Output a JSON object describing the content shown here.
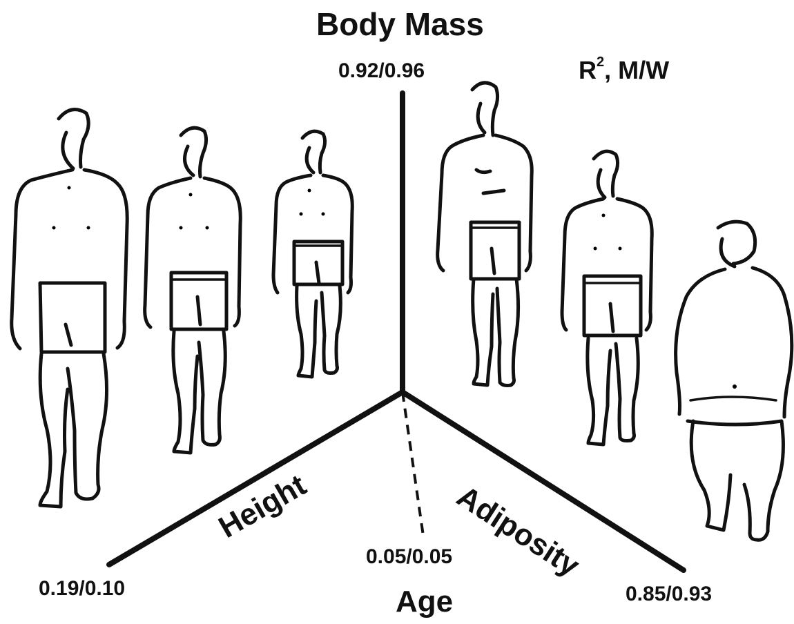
{
  "axes": {
    "body_mass": {
      "title": "Body Mass",
      "value": "0.92/0.96"
    },
    "height": {
      "title": "Height",
      "value": "0.19/0.10"
    },
    "age": {
      "title": "Age",
      "value": "0.05/0.05"
    },
    "adiposity": {
      "title": "Adiposity",
      "value": "0.85/0.93"
    }
  },
  "legend": {
    "r2_label": "R",
    "r2_sup": "2",
    "r2_suffix": ", M/W"
  },
  "figures": {
    "height_series": [
      "tall-man",
      "medium-man",
      "short-man"
    ],
    "adiposity_series": [
      "lean-man",
      "average-man",
      "obese-man"
    ]
  },
  "colors": {
    "ink": "#111111",
    "background": "#ffffff"
  }
}
